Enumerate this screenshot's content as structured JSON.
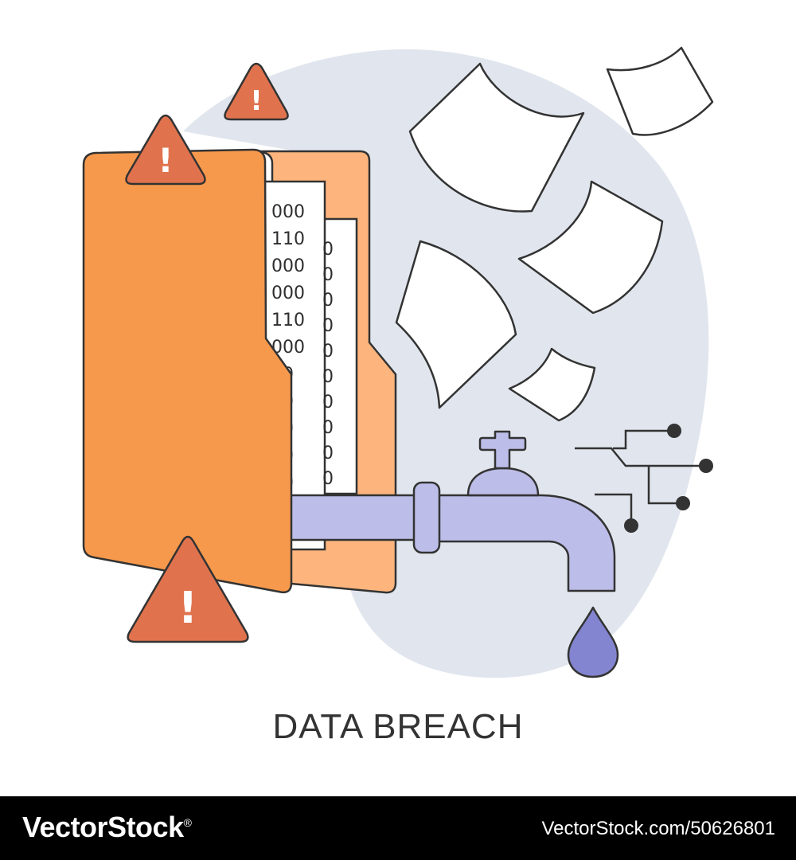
{
  "illustration": {
    "caption": "DATA BREACH",
    "binary_rows_front": [
      "000",
      "110",
      "000",
      "000",
      "110",
      "000",
      "00",
      "10",
      "00",
      "00",
      "10"
    ],
    "binary_rows_back": [
      "0",
      "0",
      "0",
      "0",
      "0",
      "0",
      "0",
      "0",
      "0",
      "0",
      "0"
    ],
    "warning_symbol": "!",
    "icons": [
      "folder-icon",
      "warning-triangle-icon",
      "faucet-icon",
      "water-drop-icon",
      "paper-sheet-icon",
      "circuit-lines-icon"
    ],
    "colors": {
      "blob": "#e1e6ee",
      "folder_front": "#f7994c",
      "folder_back": "#fdb57d",
      "warning": "#e0734e",
      "faucet": "#bcbde8",
      "drop": "#8385d0",
      "outline": "#333333"
    }
  },
  "footer": {
    "brand": "VectorStock",
    "registered_mark": "®",
    "image_url": "VectorStock.com/50626801"
  }
}
